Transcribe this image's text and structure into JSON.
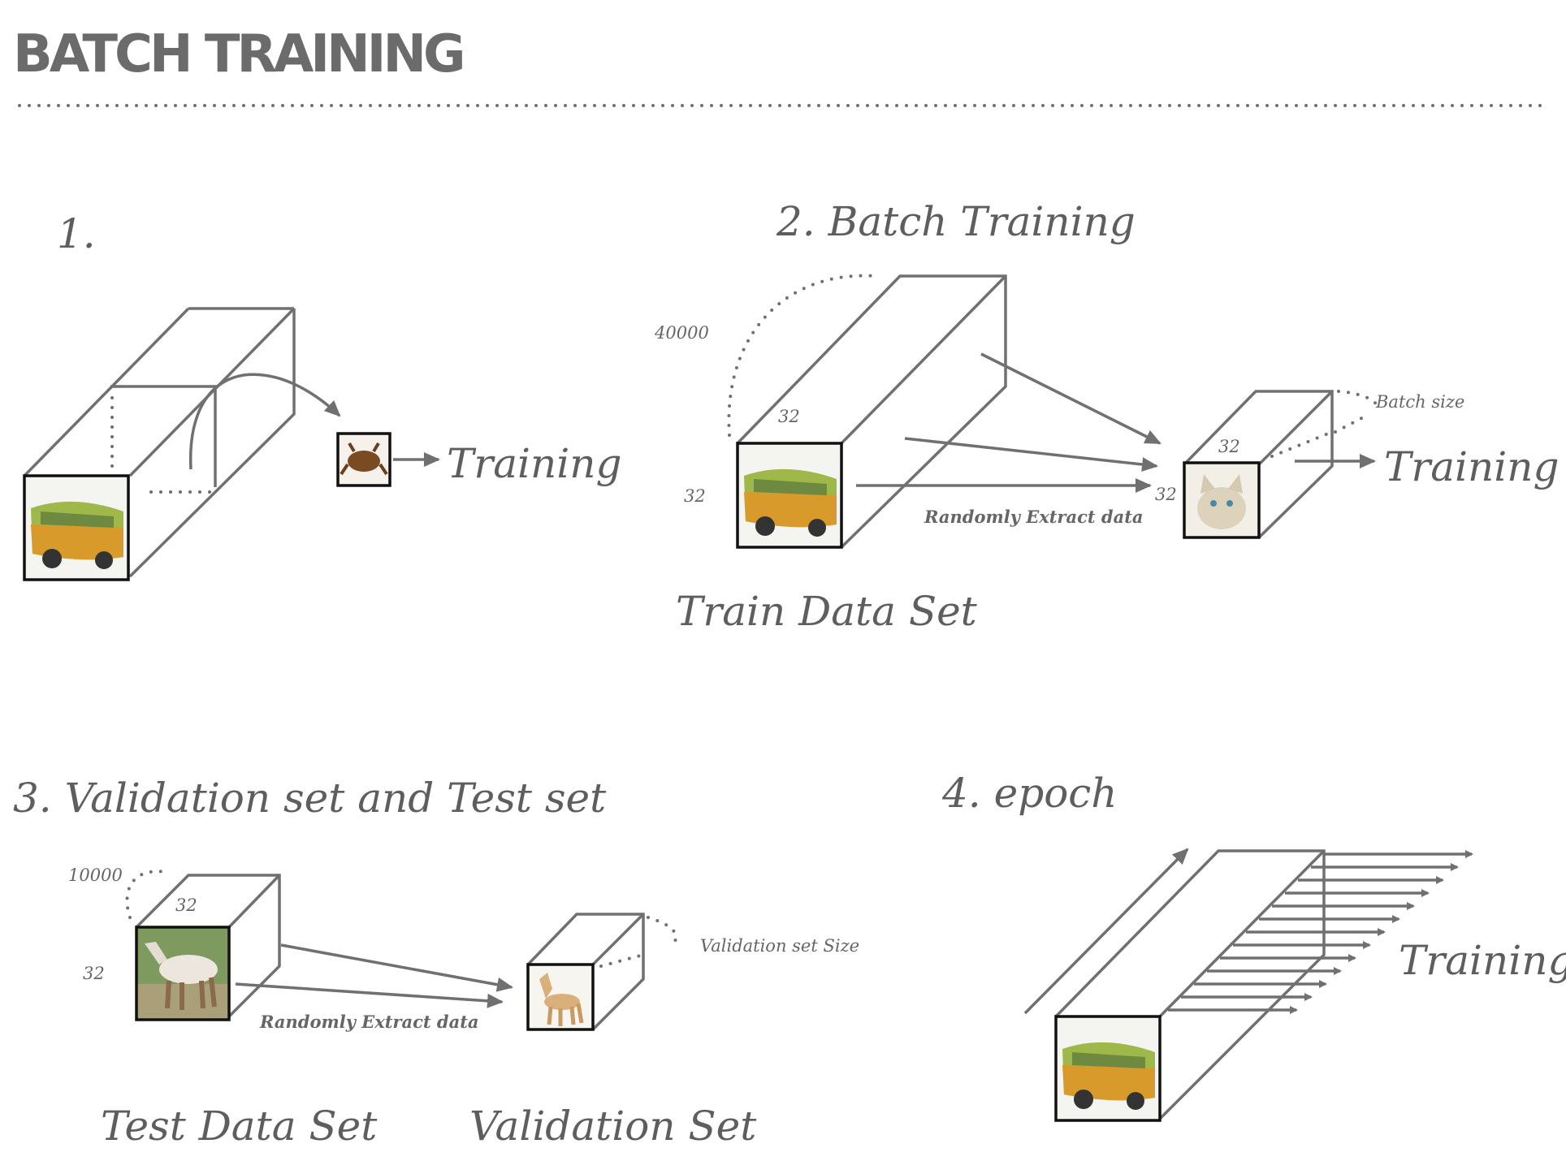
{
  "title": "BATCH TRAINING",
  "sections": {
    "s1": {
      "heading": "1.",
      "training": "Training"
    },
    "s2": {
      "heading": "2. Batch Training",
      "depth": "40000",
      "width": "32",
      "height": "32",
      "extract": "Randomly Extract data",
      "batch_width": "32",
      "batch_height": "32",
      "batch_size": "Batch size",
      "training": "Training",
      "caption": "Train Data Set"
    },
    "s3": {
      "heading": "3. Validation set and Test set",
      "depth": "10000",
      "width": "32",
      "height": "32",
      "extract": "Randomly Extract data",
      "val_size": "Validation set Size",
      "test_caption": "Test Data Set",
      "val_caption": "Validation Set"
    },
    "s4": {
      "heading": "4. epoch",
      "training": "Training"
    }
  },
  "icons": {
    "bus": "bus-image",
    "frog": "frog-image",
    "cat": "cat-image",
    "horse": "horse-image",
    "dog": "dog-image"
  },
  "colors": {
    "ink": "#6b6b6b",
    "frame": "#111111",
    "background": "#ffffff"
  }
}
